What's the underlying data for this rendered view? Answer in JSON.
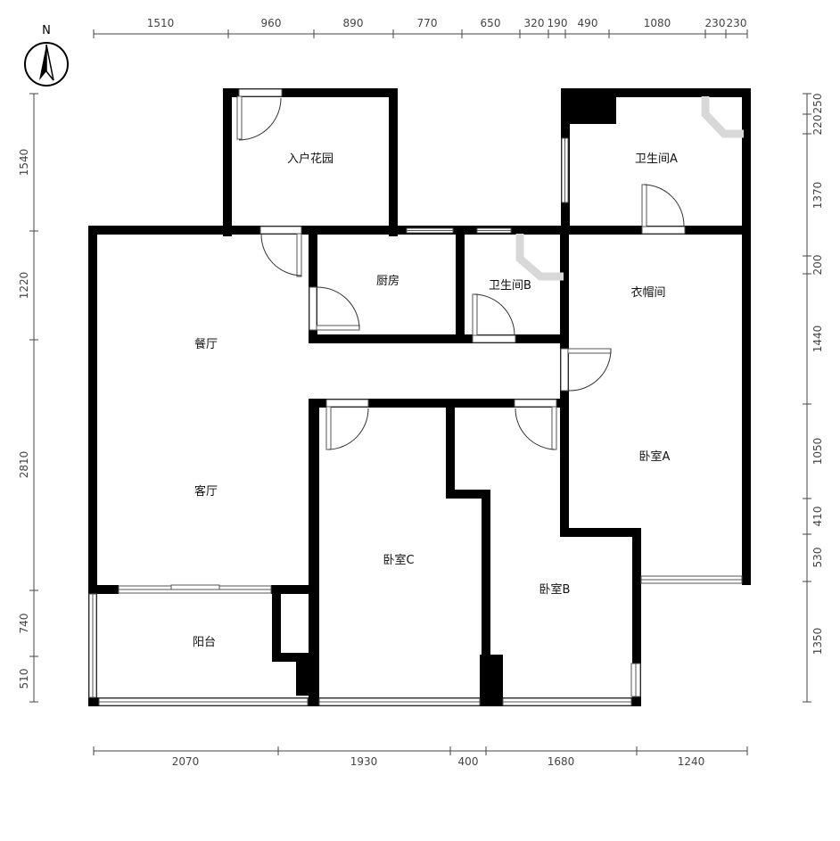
{
  "compass": {
    "label": "N"
  },
  "rooms": {
    "entry_garden": "入户花园",
    "kitchen": "厨房",
    "bath_b": "卫生间B",
    "bath_a": "卫生间A",
    "closet": "衣帽间",
    "dining": "餐厅",
    "living": "客厅",
    "bedroom_a": "卧室A",
    "bedroom_b": "卧室B",
    "bedroom_c": "卧室C",
    "balcony": "阳台"
  },
  "dimensions": {
    "top": [
      "1510",
      "960",
      "890",
      "770",
      "650",
      "320",
      "190",
      "490",
      "1080",
      "230",
      "230"
    ],
    "bottom": [
      "2070",
      "1930",
      "400",
      "1680",
      "1240"
    ],
    "left": [
      "1540",
      "1220",
      "2810",
      "740",
      "510"
    ],
    "right": [
      "250",
      "220",
      "1370",
      "200",
      "1440",
      "1050",
      "410",
      "530",
      "1350"
    ]
  }
}
